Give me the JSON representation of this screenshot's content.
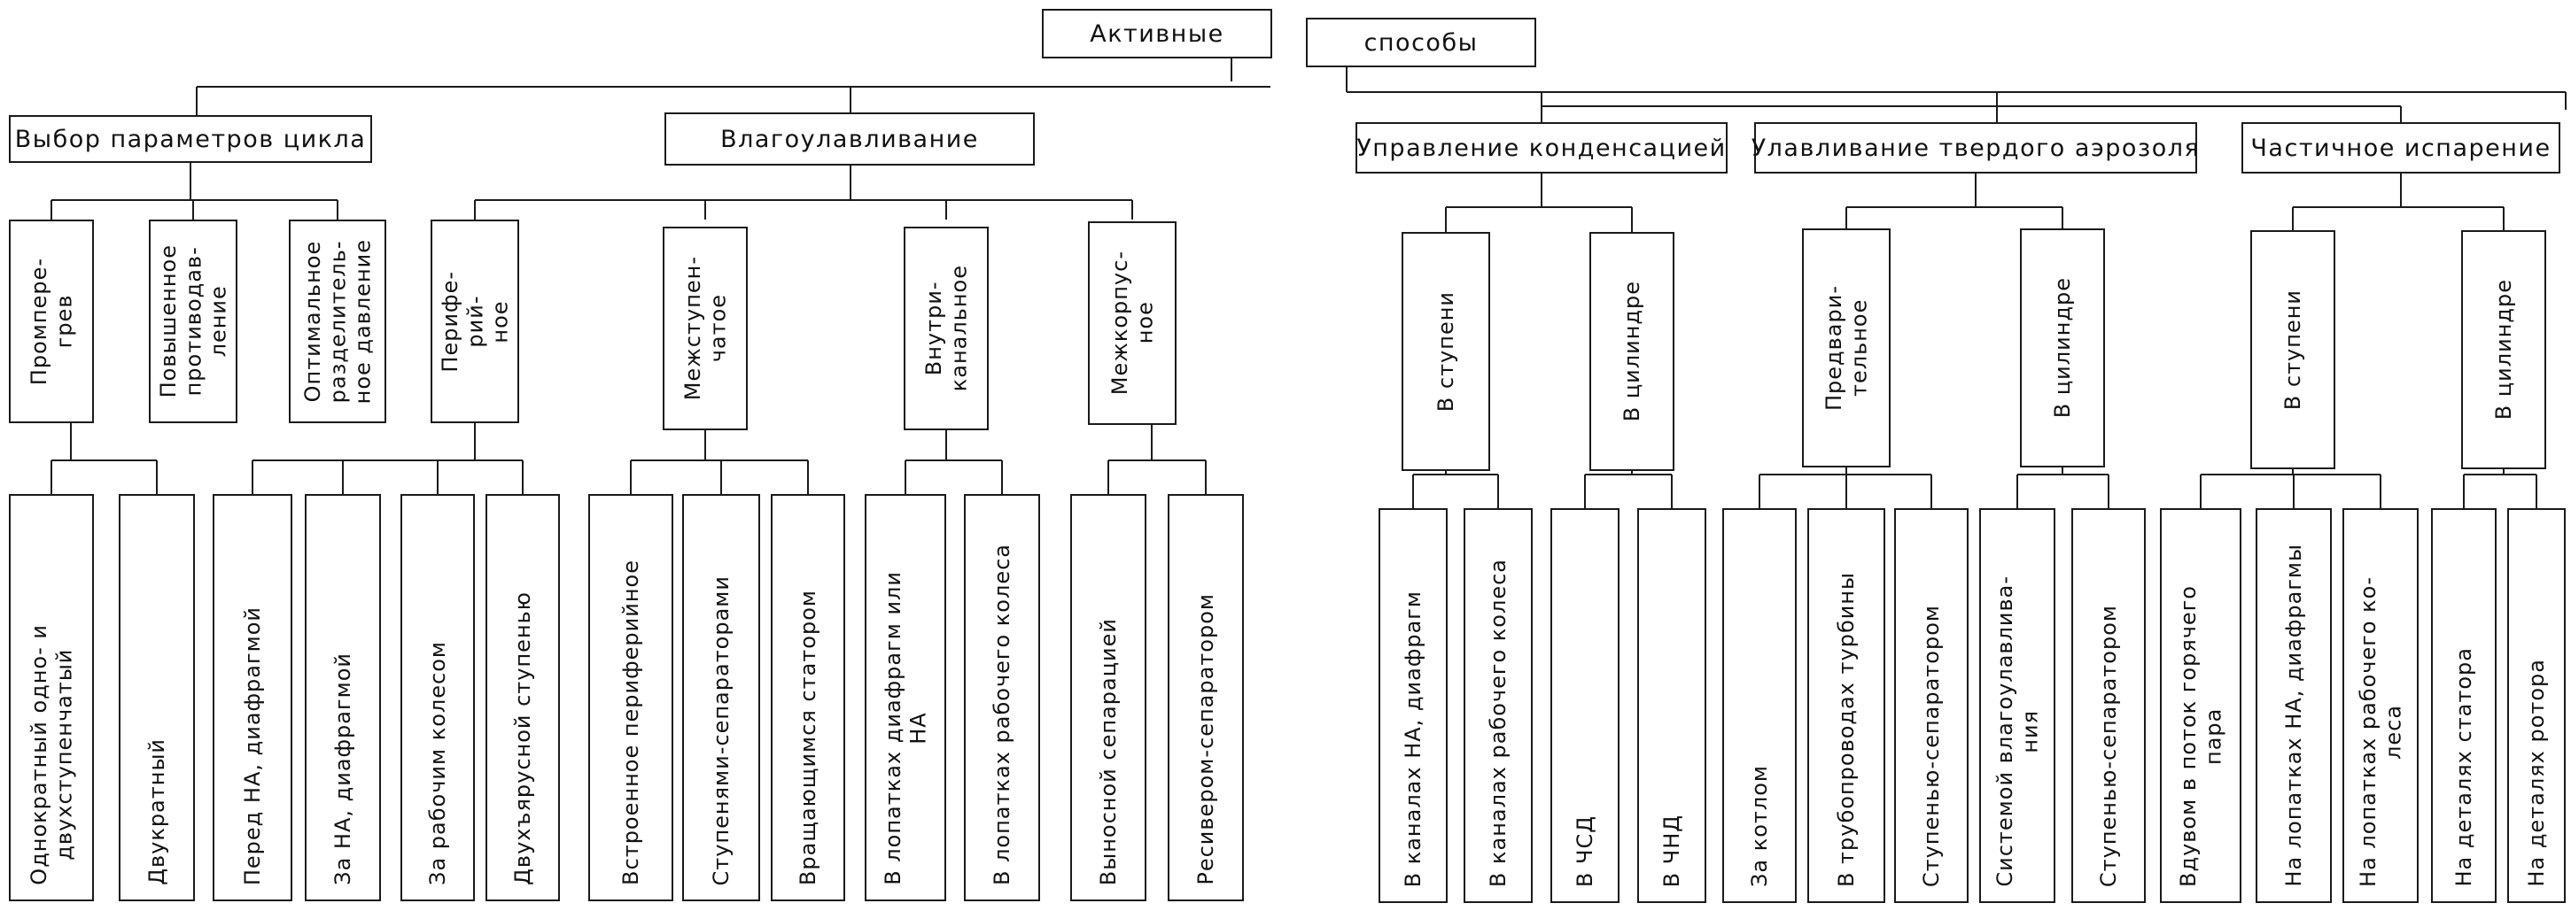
{
  "header": {
    "left": "Активные",
    "right": "способы"
  },
  "level1": [
    "Выбор параметров цикла",
    "Влагоулавливание",
    "Управление конденсацией",
    "Улавливание твердого аэрозоля",
    "Частичное испарение"
  ],
  "level2": [
    "Промпере-\nгрев",
    "Повышенное\nпротиводав-\nление",
    "Оптимальное\nразделитель-\nное давление",
    "Перифе-\nрий-\nное",
    "Межступен-\nчатое",
    "Внутри-\nканальное",
    "Межкорпус-\nное",
    "В ступени",
    "В цилиндре",
    "Предвари-\nтельное",
    "В цилиндре",
    "В ступени",
    "В цилиндре"
  ],
  "level3": [
    "Однократный одно- и\nдвухступенчатый",
    "Двукратный",
    "Перед НА, диафрагмой",
    "За НА, диафрагмой",
    "За рабочим колесом",
    "Двухъярусной ступенью",
    "Встроенное периферийное",
    "Ступенями-сепараторами",
    "Вращающимся статором",
    "В лопатках диафрагм или\nНА",
    "В лопатках рабочего колеса",
    "Выносной сепарацией",
    "Ресивером-сепаратором",
    "В каналах НА, диафрагм",
    "В каналах рабочего колеса",
    "В ЧСД",
    "В ЧНД",
    "За котлом",
    "В трубопроводах турбины",
    "Ступенью-сепаратором",
    "Системой влагоулавлива-\nния",
    "Ступенью-сепаратором",
    "Вдувом в поток горячего\nпара",
    "На лопатках НА, диафрагмы",
    "На лопатках рабочего ко-\nлеса",
    "На деталях статора",
    "На деталях ротора"
  ]
}
